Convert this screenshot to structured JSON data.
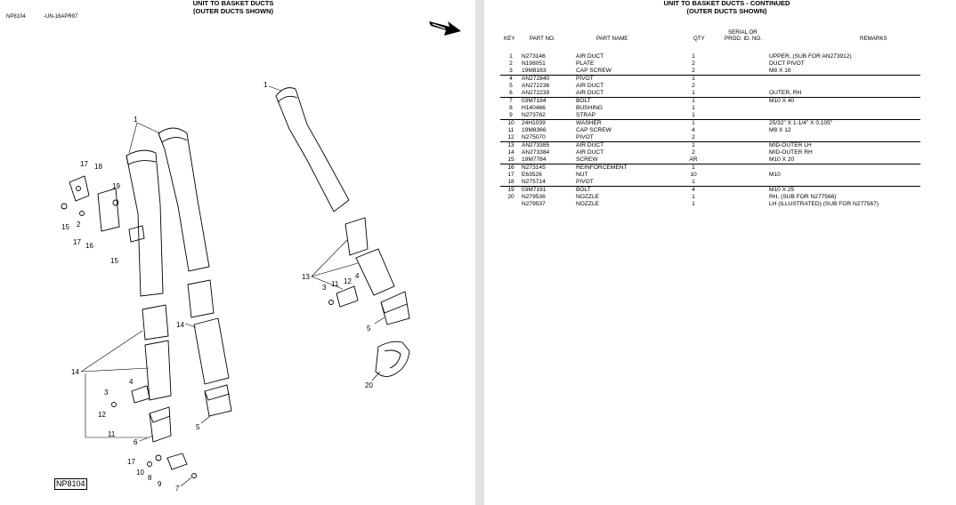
{
  "left": {
    "title": [
      "UNIT TO BASKET DUCTS",
      "(OUTER DUCTS SHOWN)"
    ],
    "doc_id": "NP8104",
    "doc_code": "-UN-16APR97",
    "figure_label": "NP8104",
    "callouts": [
      "1",
      "1",
      "17",
      "18",
      "19",
      "2",
      "15",
      "17",
      "16",
      "15",
      "13",
      "3",
      "11",
      "12",
      "4",
      "5",
      "14",
      "14",
      "20",
      "3",
      "4",
      "12",
      "11",
      "6",
      "5",
      "17",
      "10",
      "8",
      "9",
      "7"
    ]
  },
  "right": {
    "title": [
      "UNIT TO BASKET DUCTS - CONTINUED",
      "(OUTER DUCTS SHOWN)"
    ],
    "headers": {
      "key": "KEY",
      "part_no": "PART NO.",
      "part_name": "PART NAME",
      "qty": "QTY",
      "serial_line1": "SERIAL OR",
      "serial_line2": "PROD. ID. NO.",
      "remarks": "REMARKS"
    },
    "rows": [
      {
        "key": "1",
        "part": "N273146",
        "name": "AIR DUCT",
        "qty": "1",
        "serial": "",
        "remarks": "UPPER, (SUB FOR AN273912)"
      },
      {
        "key": "2",
        "part": "N198051",
        "name": "PLATE",
        "qty": "2",
        "serial": "",
        "remarks": "DUCT PIVOT"
      },
      {
        "key": "3",
        "part": "19M8163",
        "name": "CAP SCREW",
        "qty": "2",
        "serial": "",
        "remarks": "M8 X 16"
      },
      {
        "key": "4",
        "part": "AN272840",
        "name": "PIVOT",
        "qty": "1",
        "serial": "",
        "remarks": ""
      },
      {
        "key": "5",
        "part": "AN272236",
        "name": "AIR DUCT",
        "qty": "2",
        "serial": "",
        "remarks": ""
      },
      {
        "key": "6",
        "part": "AN272239",
        "name": "AIR DUCT",
        "qty": "1",
        "serial": "",
        "remarks": "OUTER, RH"
      },
      {
        "key": "7",
        "part": "03M7194",
        "name": "BOLT",
        "qty": "1",
        "serial": "",
        "remarks": "M10 X 40"
      },
      {
        "key": "8",
        "part": "H140466",
        "name": "BUSHING",
        "qty": "1",
        "serial": "",
        "remarks": ""
      },
      {
        "key": "9",
        "part": "N273782",
        "name": "STRAP",
        "qty": "1",
        "serial": "",
        "remarks": ""
      },
      {
        "key": "10",
        "part": "24H1039",
        "name": "WASHER",
        "qty": "1",
        "serial": "",
        "remarks": "25/32\" X 1-1/4\" X 0.105\""
      },
      {
        "key": "11",
        "part": "19M8366",
        "name": "CAP SCREW",
        "qty": "4",
        "serial": "",
        "remarks": "M8 X 12"
      },
      {
        "key": "12",
        "part": "N275070",
        "name": "PIVOT",
        "qty": "2",
        "serial": "",
        "remarks": ""
      },
      {
        "key": "13",
        "part": "AN273385",
        "name": "AIR DUCT",
        "qty": "1",
        "serial": "",
        "remarks": "MID-OUTER LH"
      },
      {
        "key": "14",
        "part": "AN273384",
        "name": "AIR DUCT",
        "qty": "2",
        "serial": "",
        "remarks": "MID-OUTER RH"
      },
      {
        "key": "15",
        "part": "19M7784",
        "name": "SCREW",
        "qty": "AR",
        "serial": "",
        "remarks": "M10 X 20"
      },
      {
        "key": "16",
        "part": "N273145",
        "name": "REINFORCEMENT",
        "qty": "1",
        "serial": "",
        "remarks": ""
      },
      {
        "key": "17",
        "part": "E63526",
        "name": "NUT",
        "qty": "10",
        "serial": "",
        "remarks": "M10"
      },
      {
        "key": "18",
        "part": "N275714",
        "name": "PIVOT",
        "qty": "1",
        "serial": "",
        "remarks": ""
      },
      {
        "key": "19",
        "part": "03M7191",
        "name": "BOLT",
        "qty": "4",
        "serial": "",
        "remarks": "M10 X 25"
      },
      {
        "key": "20",
        "part": "N279536",
        "name": "NOZZLE",
        "qty": "1",
        "serial": "",
        "remarks": "RH, (SUB FOR N277566)"
      },
      {
        "key": "",
        "part": "N279537",
        "name": "NOZZLE",
        "qty": "1",
        "serial": "",
        "remarks": "LH (ILLUSTRATED) (SUB FOR N277567)"
      }
    ],
    "separator_after_keys": [
      "3",
      "6",
      "9",
      "12",
      "15",
      "18"
    ]
  }
}
